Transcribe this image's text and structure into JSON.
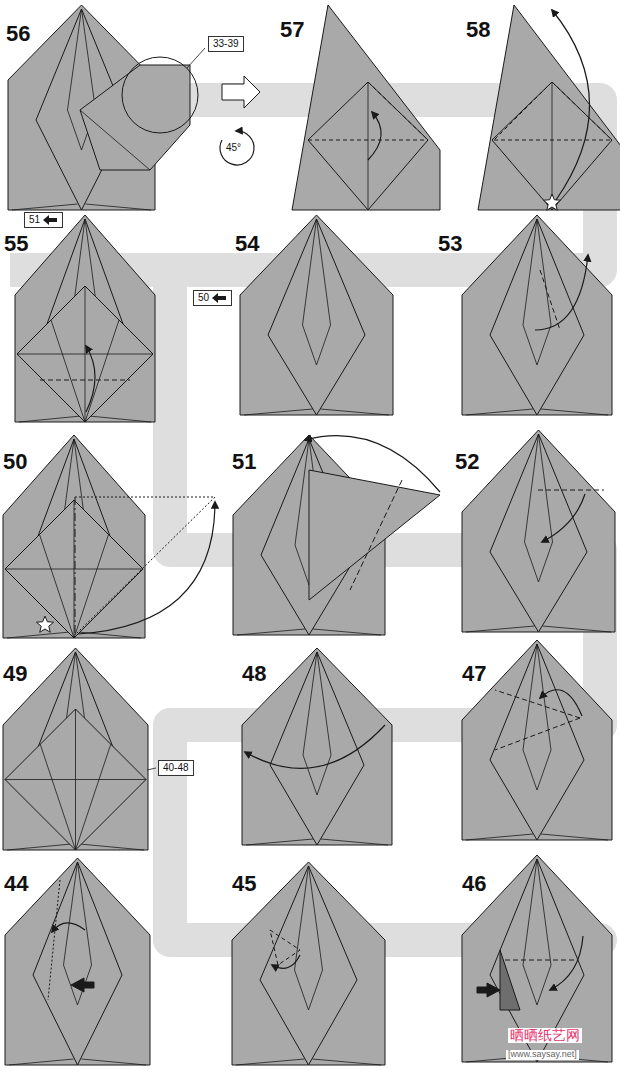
{
  "diagram": {
    "nodes": [
      {
        "text": [
          "33-39"
        ]
      },
      {
        "text": [
          "51"
        ]
      },
      {
        "text": [
          "50"
        ]
      },
      {
        "text": [
          "40-48"
        ]
      }
    ],
    "labels": [
      "56",
      "57",
      "58",
      "55",
      "54",
      "53",
      "50",
      "51",
      "52",
      "49",
      "48",
      "47",
      "44",
      "45",
      "46",
      "45°",
      "晒晒纸艺网",
      "[www.saysay.net]"
    ]
  }
}
